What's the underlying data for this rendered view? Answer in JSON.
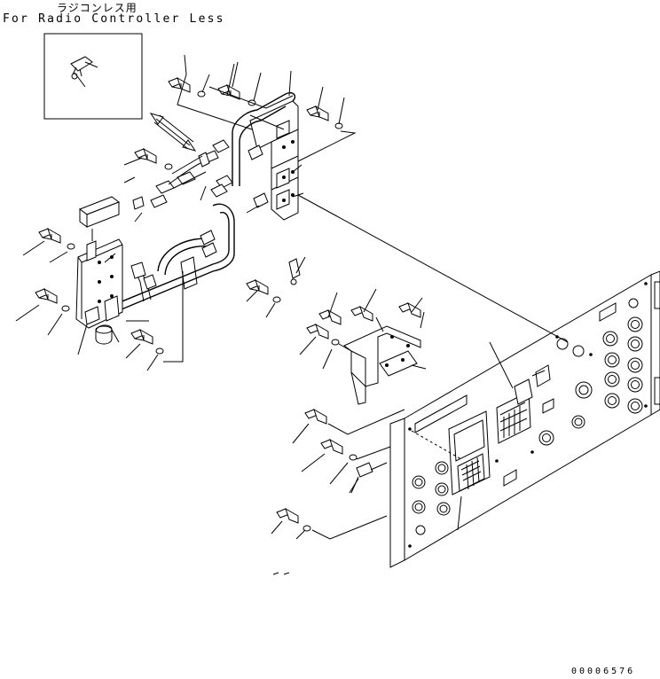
{
  "header": {
    "title_jp": "ラジコンレス用",
    "title_en": "For Radio Controller Less"
  },
  "footer": {
    "drawing_number": "00006576"
  }
}
